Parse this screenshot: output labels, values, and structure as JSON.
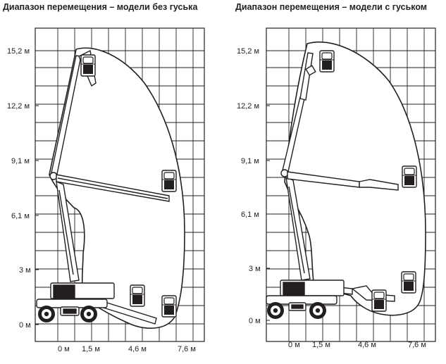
{
  "left_panel": {
    "title": "Диапазон перемещения – модели без гуська",
    "y_labels": [
      "15,2 м",
      "12,2 м",
      "9,1 м",
      "6,1 м",
      "3 м",
      "0 м"
    ],
    "x_labels": [
      "0 м",
      "1,5 м",
      "4,6 м",
      "7,6 м"
    ]
  },
  "right_panel": {
    "title": "Диапазон перемещения – модели с гуськом",
    "y_labels": [
      "15,2 м",
      "12,2 м",
      "9,1 м",
      "6,1 м",
      "3 м",
      "0 м"
    ],
    "x_labels": [
      "0 м",
      "1,5 м",
      "4,6 м",
      "7,6 м"
    ]
  }
}
